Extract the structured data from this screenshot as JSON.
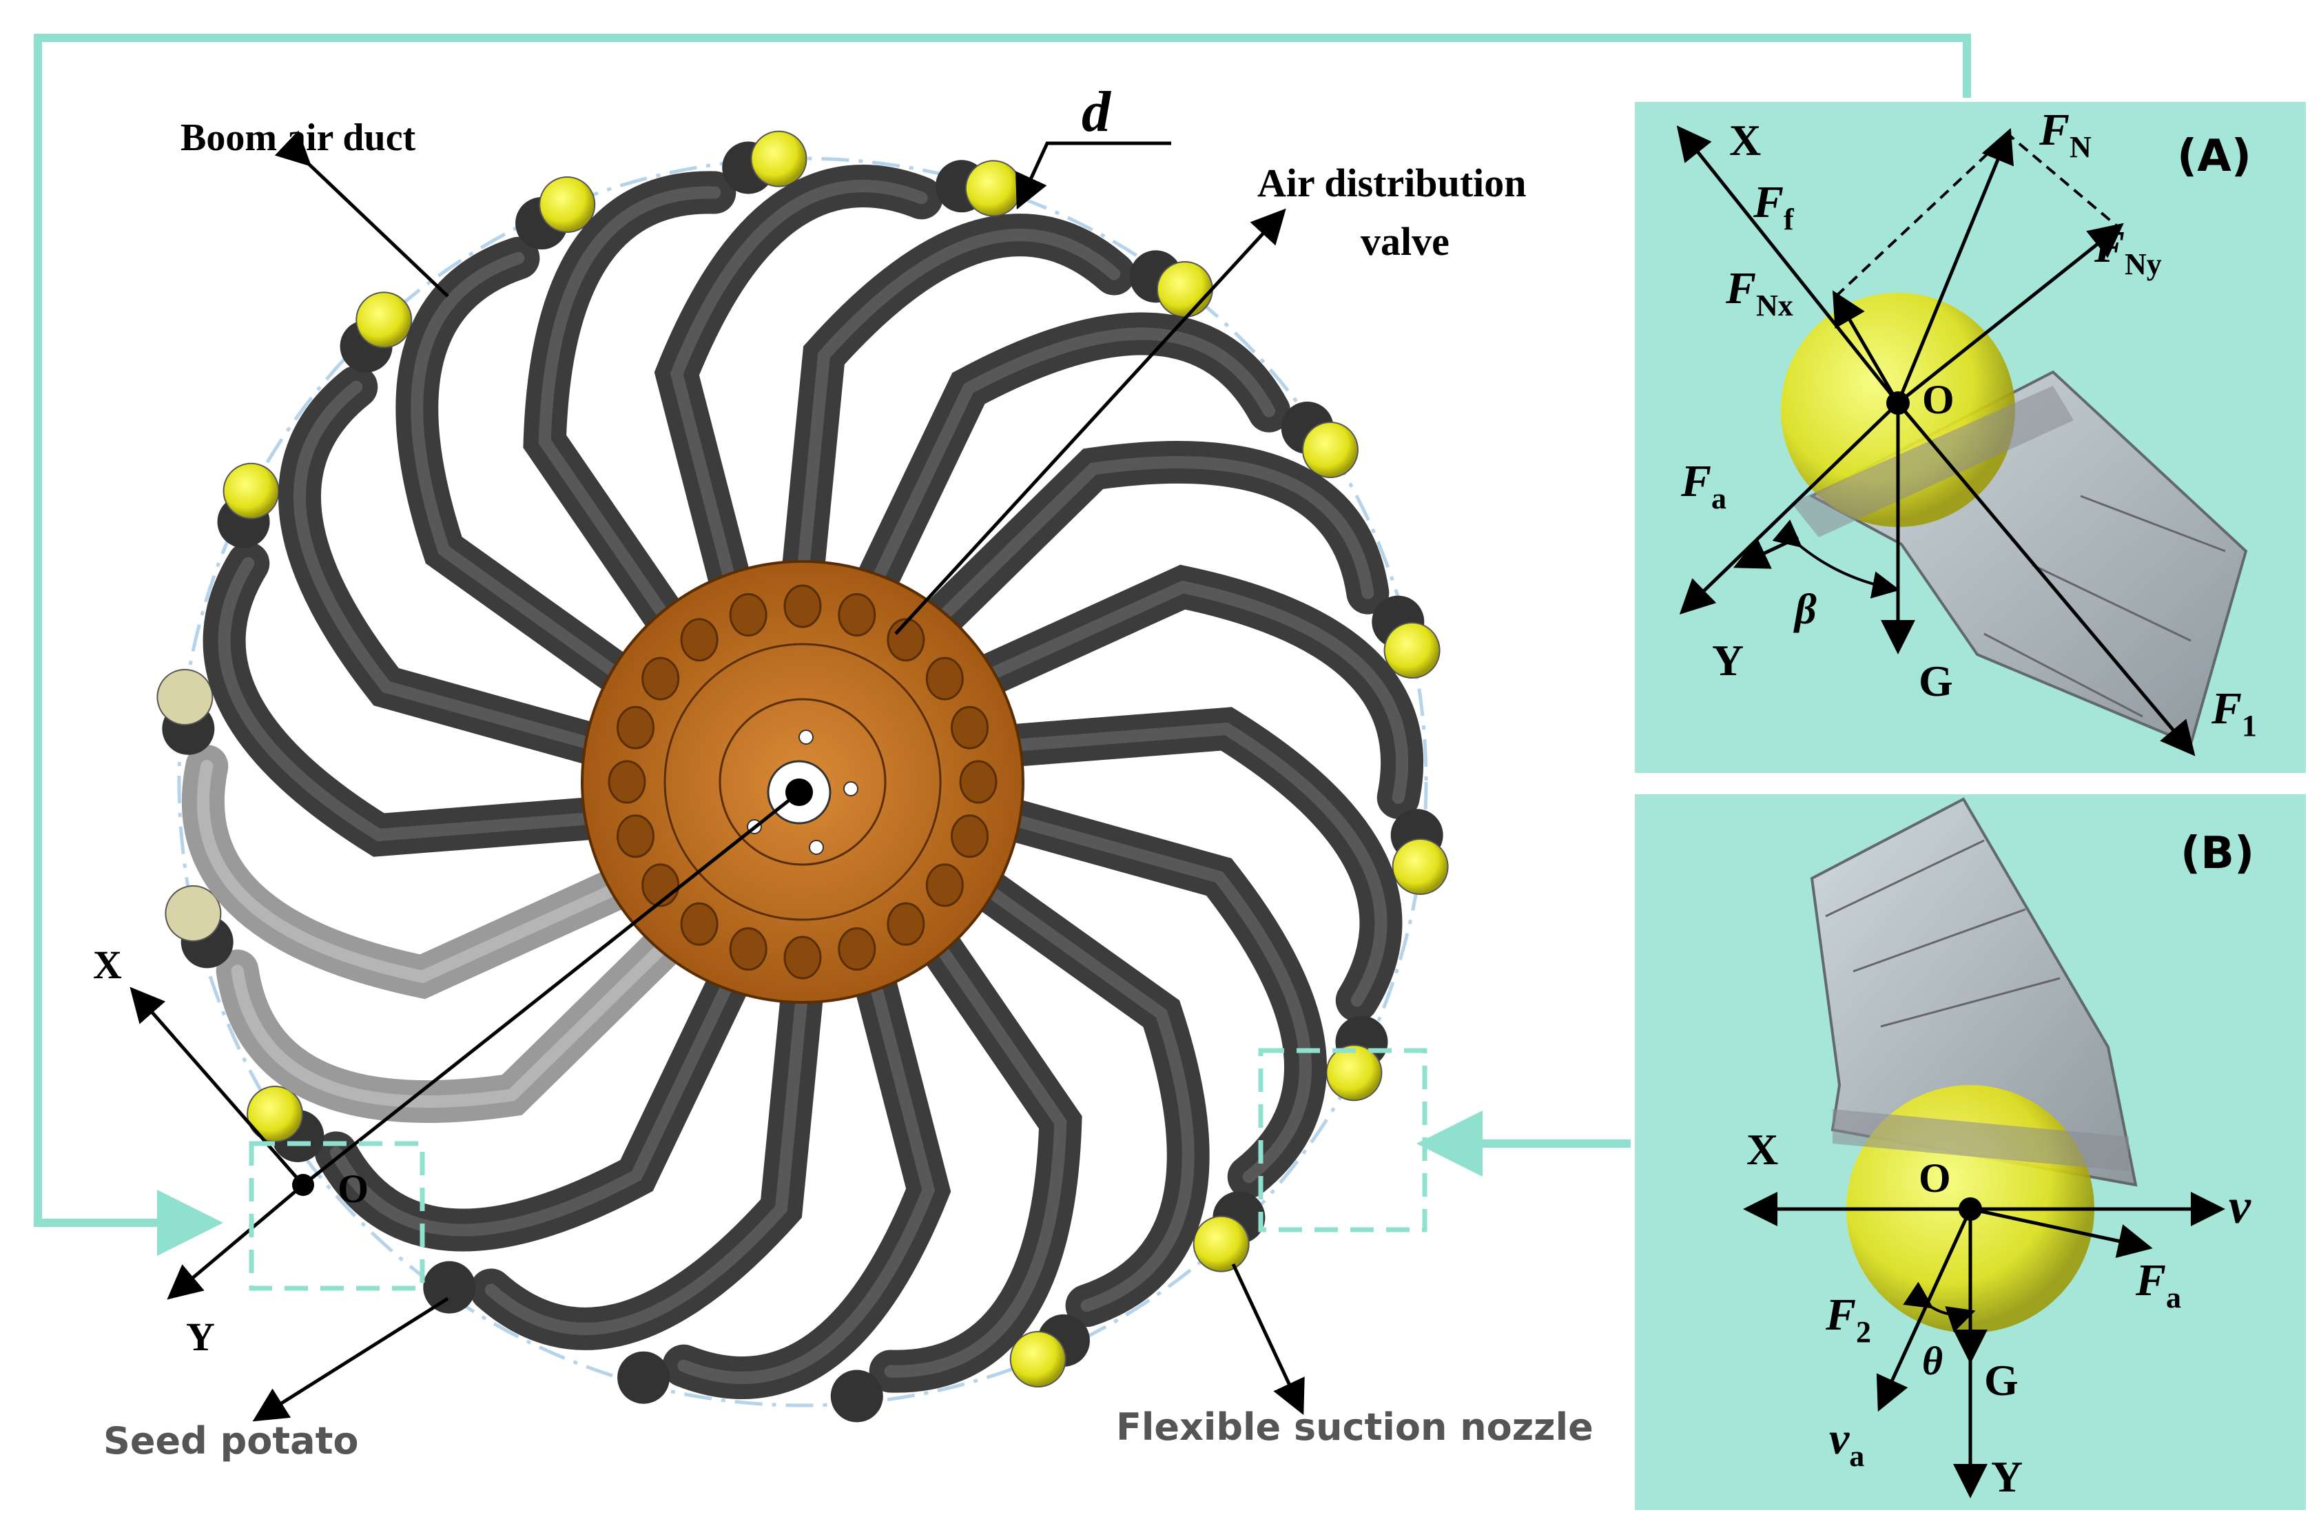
{
  "labels": {
    "boom_air_duct": "Boom air duct",
    "air_distribution_valve_line1": "Air distribution",
    "air_distribution_valve_line2": "valve",
    "seed_potato": "Seed potato",
    "flexible_suction_nozzle": "Flexible suction nozzle",
    "distance": "d",
    "origin": "O",
    "axis_x": "X",
    "axis_y": "Y"
  },
  "panel_a": {
    "tag": "(A)",
    "axis_x": "X",
    "axis_y": "Y",
    "origin": "O",
    "gravity": "G",
    "angle": "β",
    "forces": [
      {
        "main": "F",
        "sub": "N"
      },
      {
        "main": "F",
        "sub": "f"
      },
      {
        "main": "F",
        "sub": "Nx"
      },
      {
        "main": "F",
        "sub": "Ny"
      },
      {
        "main": "F",
        "sub": "a"
      },
      {
        "main": "F",
        "sub": "1"
      }
    ]
  },
  "panel_b": {
    "tag": "(B)",
    "axis_x": "X",
    "axis_y": "Y",
    "origin": "O",
    "gravity": "G",
    "angle": "θ",
    "velocity": "v",
    "forces": [
      {
        "main": "F",
        "sub": "2"
      },
      {
        "main": "F",
        "sub": "a"
      }
    ],
    "relative_velocity": {
      "main": "v",
      "sub": "a"
    }
  },
  "colors": {
    "panel_bg": "#a6e6d8",
    "connector": "#8fe0cf",
    "hub": "#b86a1c",
    "duct": "#4a4a4a",
    "potato": "#d9d82a"
  }
}
